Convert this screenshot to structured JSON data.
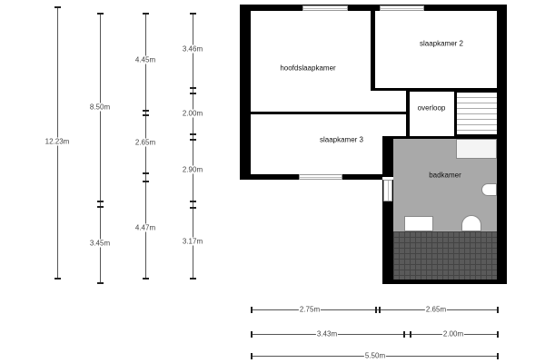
{
  "rooms": {
    "hoofdslaapkamer": "hoofdslaapkamer",
    "slaapkamer2": "slaapkamer 2",
    "slaapkamer3": "slaapkamer 3",
    "overloop": "overloop",
    "badkamer": "badkamer"
  },
  "vertical_dimensions": {
    "col1": [
      "12.23m"
    ],
    "col2": [
      "8.50m",
      "3.45m"
    ],
    "col3": [
      "4.45m",
      "2.65m",
      "4.47m"
    ],
    "col4": [
      "3.46m",
      "2.00m",
      "2.90m",
      "3.17m"
    ]
  },
  "horizontal_dimensions": {
    "row1": [
      "2.75m",
      "2.65m"
    ],
    "row2": [
      "3.43m",
      "2.00m"
    ],
    "row3": [
      "5.50m"
    ]
  }
}
